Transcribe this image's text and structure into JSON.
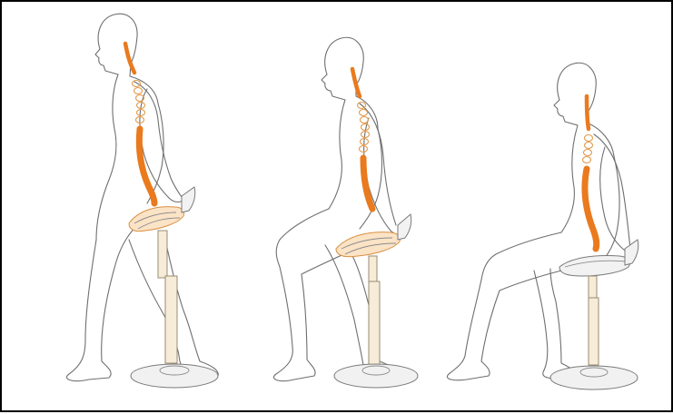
{
  "figure": {
    "panels": [
      {
        "posture": "standing-lean"
      },
      {
        "posture": "perched"
      },
      {
        "posture": "upright-sitting"
      }
    ],
    "colors": {
      "spine": "#ea7a1e",
      "outline": "#6f6f6f",
      "seat_accent": "#fbe3c6",
      "frame": "#000000",
      "background": "#ffffff"
    }
  }
}
